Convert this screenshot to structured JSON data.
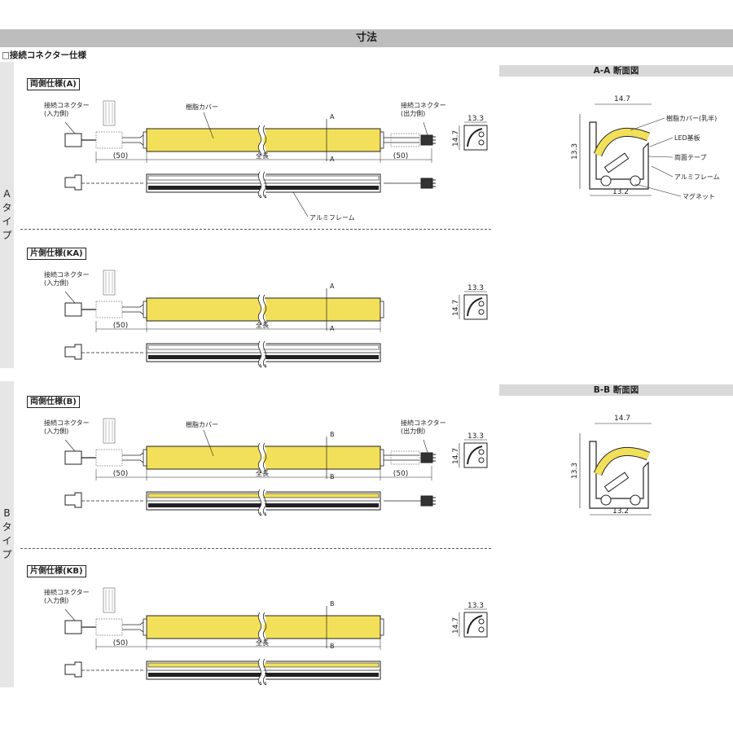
{
  "header": {
    "title": "寸法"
  },
  "subtitle": "□接続コネクター仕様",
  "types": [
    {
      "label": "A\nタ\nイ\nプ"
    },
    {
      "label": "B\nタ\nイ\nプ"
    }
  ],
  "variants": [
    {
      "label": "両側仕様(A)",
      "section": "A"
    },
    {
      "label": "片側仕様(KA)",
      "section": "A"
    },
    {
      "label": "両側仕様(B)",
      "section": "B"
    },
    {
      "label": "片側仕様(KB)",
      "section": "B"
    }
  ],
  "labels": {
    "input_connector": "接続コネクター\n(入力側)",
    "output_connector": "接続コネクター\n(出力側)",
    "resin_cover": "樹脂カバー",
    "aluminum_frame": "アルミフレーム",
    "full_length": "全長",
    "lead_length": "(50)",
    "end_width": "13.3",
    "end_height": "14.7"
  },
  "sections": [
    {
      "title": "A-A 断面図",
      "width_top": "14.7",
      "width_bottom": "13.2",
      "height": "13.3",
      "callouts": [
        "樹脂カバー(乳半)",
        "LED基板",
        "両面テープ",
        "アルミフレーム",
        "マグネット"
      ]
    },
    {
      "title": "B-B 断面図",
      "width_top": "14.7",
      "width_bottom": "13.2",
      "height": "13.3"
    }
  ],
  "colors": {
    "light_bar": "#f2e05a",
    "header_bg": "#bdbdbd",
    "section_bg": "#d9d9d9",
    "band_bg": "#e6e6e6"
  }
}
